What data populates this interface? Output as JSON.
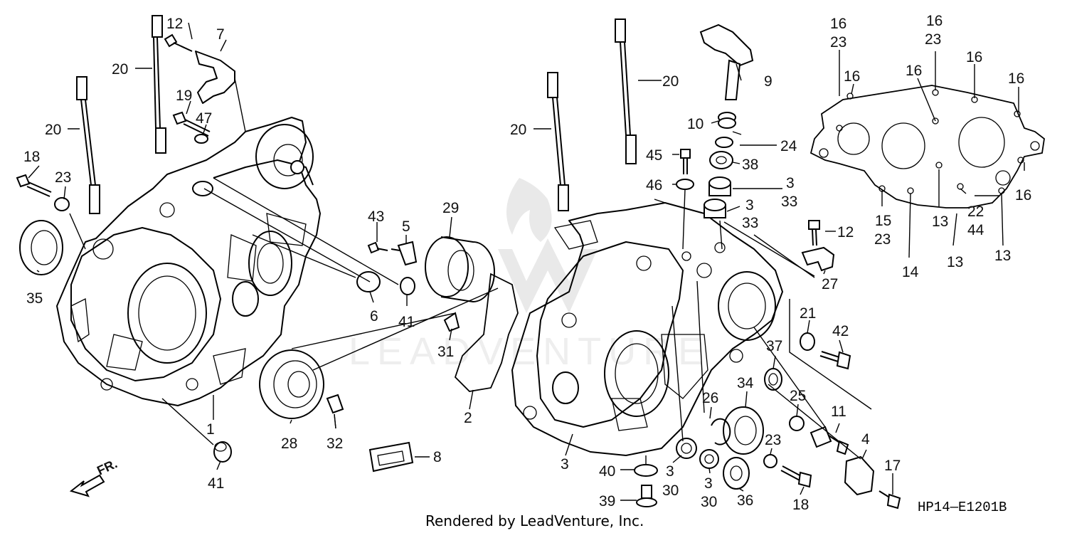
{
  "diagram_code": "HP14—E1201B",
  "render_credit": "Rendered by LeadVenture, Inc.",
  "watermark": "LEADVENTURE",
  "direction_marker": "FR.",
  "callouts": {
    "c1": "1",
    "c2": "2",
    "c3a": "3",
    "c3b": "3",
    "c3c": "3",
    "c3d": "3",
    "c3e": "3",
    "c4": "4",
    "c5": "5",
    "c6": "6",
    "c7": "7",
    "c8": "8",
    "c9": "9",
    "c10": "10",
    "c11": "11",
    "c12a": "12",
    "c12b": "12",
    "c13a": "13",
    "c13b": "13",
    "c13c": "13",
    "c13d": "13",
    "c14": "14",
    "c15": "15",
    "c16a": "16",
    "c16b": "16",
    "c16c": "16",
    "c16d": "16",
    "c16e": "16",
    "c16f": "16",
    "c16g": "16",
    "c16h": "16",
    "c17": "17",
    "c18a": "18",
    "c18b": "18",
    "c19": "19",
    "c20a": "20",
    "c20b": "20",
    "c20c": "20",
    "c20d": "20",
    "c21": "21",
    "c22": "22",
    "c23a": "23",
    "c23b": "23",
    "c23c": "23",
    "c23d": "23",
    "c23e": "23",
    "c24": "24",
    "c25": "25",
    "c26": "26",
    "c27": "27",
    "c28": "28",
    "c29": "29",
    "c30a": "30",
    "c30b": "30",
    "c31": "31",
    "c32": "32",
    "c33a": "33",
    "c33b": "33",
    "c34": "34",
    "c35": "35",
    "c36": "36",
    "c37": "37",
    "c38": "38",
    "c39": "39",
    "c40": "40",
    "c41a": "41",
    "c41b": "41",
    "c42": "42",
    "c43": "43",
    "c44": "44",
    "c45": "45",
    "c46": "46",
    "c47": "47"
  }
}
